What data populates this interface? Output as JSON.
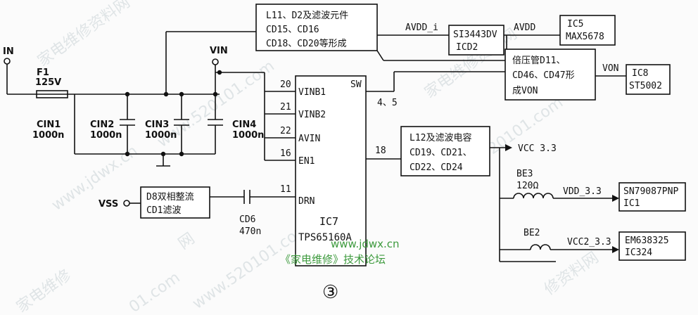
{
  "input": {
    "label": "IN",
    "fuse": "F1",
    "fuse_rating": "125V"
  },
  "vin_label": "VIN",
  "input_caps": [
    {
      "name": "CIN1",
      "value": "1000n"
    },
    {
      "name": "CIN2",
      "value": "1000n"
    },
    {
      "name": "CIN3",
      "value": "1000n"
    },
    {
      "name": "CIN4",
      "value": "1000n"
    }
  ],
  "filter_box": {
    "line1": "L11、D2及滤波元件",
    "line2": "CD15、CD16",
    "line3": "CD18、CD20等形成"
  },
  "avdd_i": "AVDD_i",
  "si_box": {
    "line1": "SI3443DV",
    "line2": "ICD2"
  },
  "avdd": "AVDD",
  "ic5_box": {
    "line1": "IC5",
    "line2": "MAX5678"
  },
  "doubler_box": {
    "line1": "倍压管D11、",
    "line2": "CD46、CD47形",
    "line3": "成VON"
  },
  "von": "VON",
  "ic8_box": {
    "line1": "IC8",
    "line2": "ST5002"
  },
  "ic7": {
    "name": "IC7",
    "part": "TPS65160A",
    "pins": {
      "vinb1": "VINB1",
      "vinb1_num": "20",
      "vinb2": "VINB2",
      "vinb2_num": "21",
      "avin": "AVIN",
      "avin_num": "22",
      "en1": "EN1",
      "en1_num": "16",
      "drn": "DRN",
      "drn_num": "11",
      "sw": "SW",
      "sw_num": "4、5",
      "out_num": "18"
    }
  },
  "l12_box": {
    "line1": "L12及滤波电容",
    "line2": "CD19、CD21、",
    "line3": "CD22、CD24"
  },
  "vcc33": "VCC 3.3",
  "be3": {
    "name": "BE3",
    "value": "120Ω"
  },
  "vdd33": "VDD_3.3",
  "sn_box": {
    "line1": "SN79087PNP",
    "line2": "IC1"
  },
  "be2": {
    "name": "BE2"
  },
  "vcc2_33": "VCC2_3.3",
  "em_box": {
    "line1": "EM638325",
    "line2": "IC324"
  },
  "vss": "VSS",
  "d8_box": {
    "line1": "D8双相整流",
    "line2": "CD1滤波"
  },
  "cd6": {
    "name": "CD6",
    "value": "470n"
  },
  "figure_number": "③",
  "watermark": {
    "url": "www.jdwx.cn",
    "forum": "《家电维修》技术论坛",
    "diag1": "家电维修资料网",
    "diag2": "www.jdwx.cn",
    "diag3": "家电维修资料网",
    "diag4": "www.520101.com",
    "diag5": "家电维修资料网",
    "diag6": "20101.com",
    "diag7": "修资料网",
    "diag8": "家电维修",
    "diag9": "网",
    "diag10": "01.com"
  }
}
